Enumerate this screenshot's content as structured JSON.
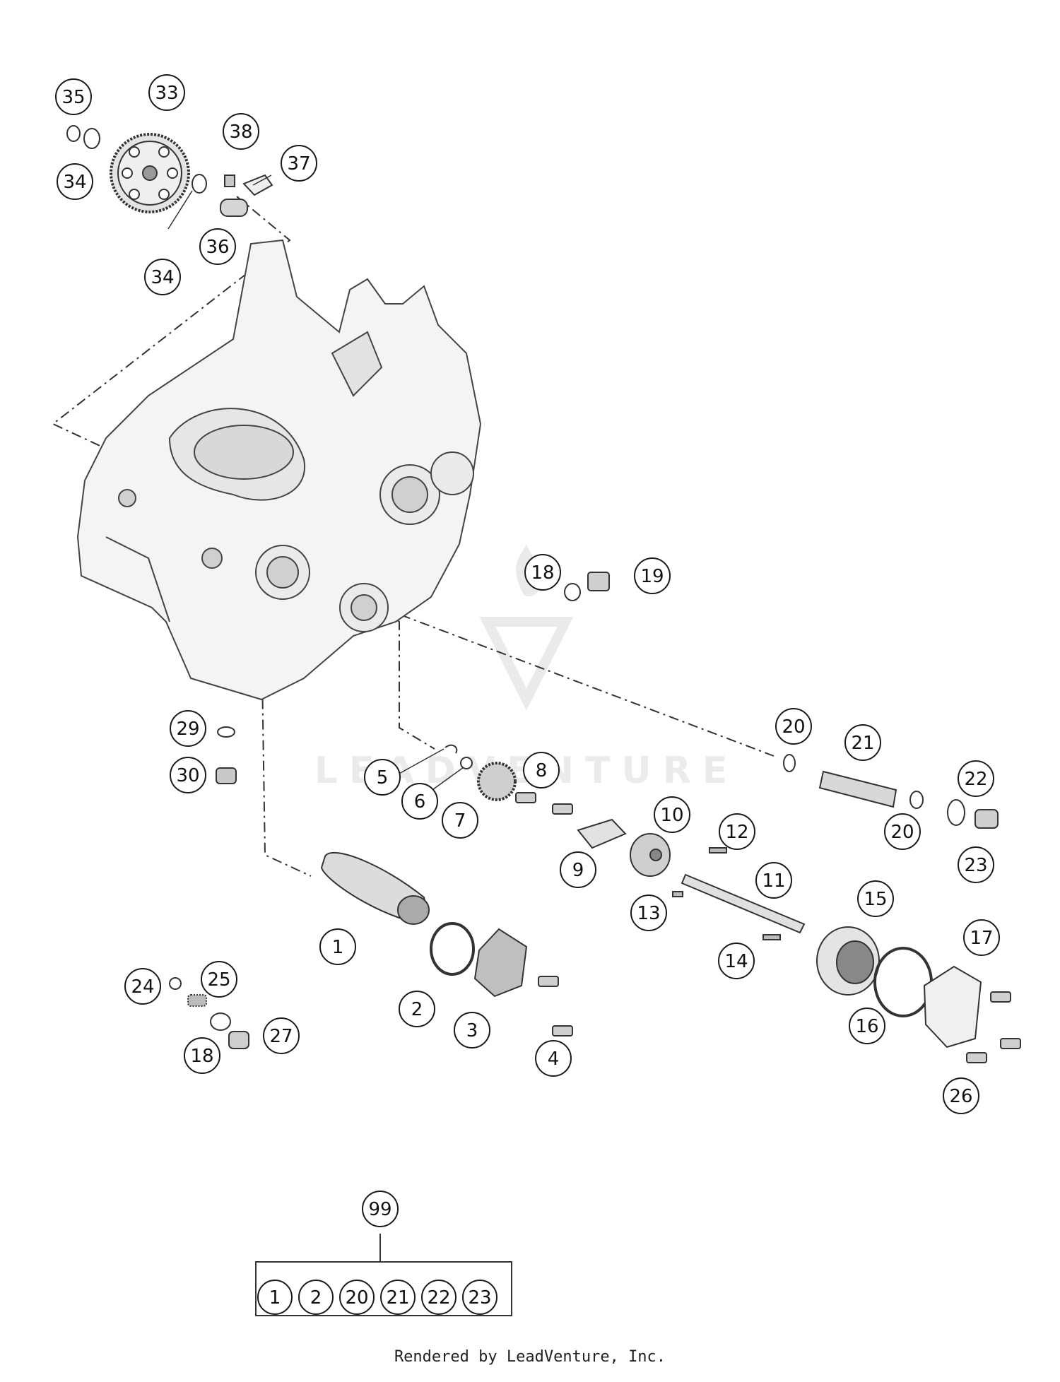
{
  "callouts": [
    "1",
    "2",
    "3",
    "4",
    "5",
    "6",
    "7",
    "8",
    "9",
    "10",
    "11",
    "12",
    "13",
    "14",
    "15",
    "16",
    "17",
    "18",
    "19",
    "20",
    "20",
    "21",
    "22",
    "23",
    "24",
    "25",
    "26",
    "27",
    "29",
    "30",
    "33",
    "34",
    "34",
    "35",
    "36",
    "37",
    "38",
    "18",
    "99"
  ],
  "kit": {
    "label": "99",
    "items": [
      "1",
      "2",
      "20",
      "21",
      "22",
      "23"
    ]
  },
  "footer": "Rendered by LeadVenture, Inc.",
  "watermark": "LEADVENTURE",
  "colors": {
    "line": "#1a1a1a",
    "part": "#cfcfcf",
    "watermark": "#d9d9d9",
    "background": "#ffffff"
  }
}
